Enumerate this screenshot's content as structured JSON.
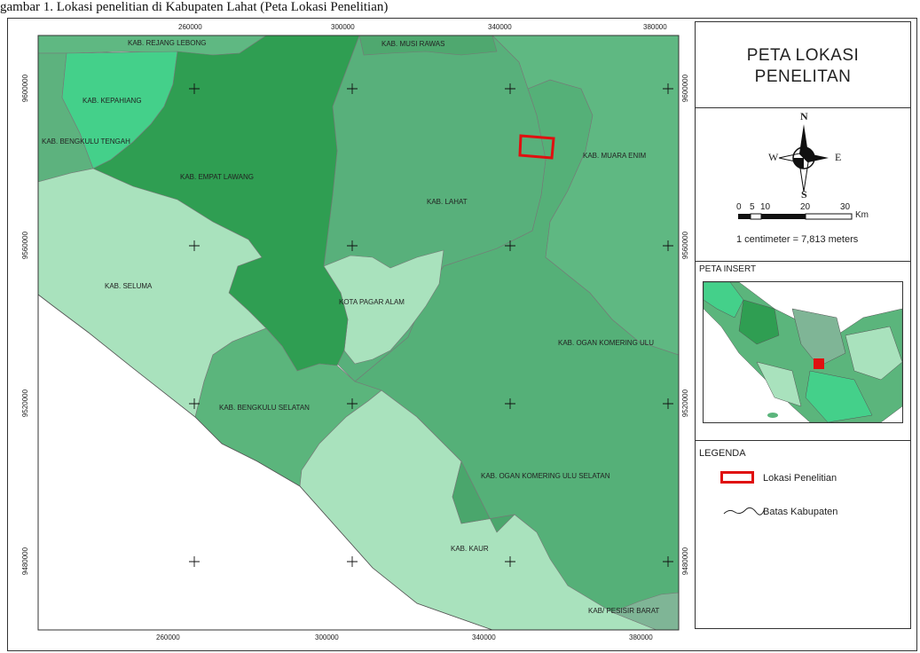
{
  "caption": "gambar 1. Lokasi penelitian di Kabupaten Lahat (Peta Lokasi Penelitian)",
  "map": {
    "top_ticks": [
      "260000",
      "300000",
      "340000",
      "380000"
    ],
    "bottom_ticks": [
      "260000",
      "300000",
      "340000",
      "380000"
    ],
    "left_ticks": [
      "9600000",
      "9560000",
      "9520000",
      "9480000"
    ],
    "right_ticks": [
      "9600000",
      "9560000",
      "9520000",
      "9480000"
    ],
    "regions": {
      "rejang_lebong": "KAB. REJANG LEBONG",
      "musi_rawas": "KAB. MUSI RAWAS",
      "kepahiang": "KAB. KEPAHIANG",
      "bengkulu_tengah": "KAB. BENGKULU TENGAH",
      "empat_lawang": "KAB. EMPAT LAWANG",
      "lahat": "KAB. LAHAT",
      "muara_enim": "KAB. MUARA ENIM",
      "seluma": "KAB. SELUMA",
      "pagar_alam": "KOTA PAGAR ALAM",
      "oku": "KAB. OGAN KOMERING ULU",
      "bengkulu_selatan": "KAB. BENGKULU SELATAN",
      "oku_selatan": "KAB. OGAN KOMERING ULU SELATAN",
      "kaur": "KAB. KAUR",
      "pesisir_barat": "KAB/ PESISIR BARAT"
    },
    "colors": {
      "sea": "#ffffff",
      "dark": "#2f9e52",
      "medium": "#5bb57c",
      "medium2": "#4fa86f",
      "light": "#a9e2bd",
      "mint": "#44d08a",
      "study_area": "#e01010"
    }
  },
  "panel": {
    "title_line1": "PETA LOKASI",
    "title_line2": "PENELITAN",
    "compass": {
      "n": "N",
      "s": "S",
      "e": "E",
      "w": "W"
    },
    "scale": {
      "labels": [
        "0",
        "5",
        "10",
        "20",
        "30"
      ],
      "unit": "Km",
      "ratio_text": "1 centimeter = 7,813 meters"
    },
    "insert_title": "PETA INSERT",
    "legend_title": "LEGENDA",
    "legend_items": [
      "Lokasi Penelitian",
      "Batas Kabupaten"
    ]
  }
}
